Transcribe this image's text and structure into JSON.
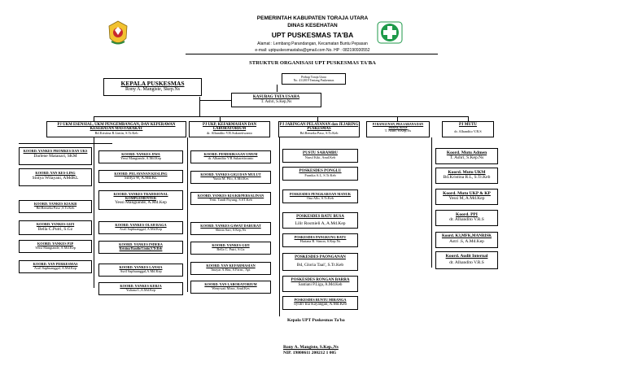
{
  "header": {
    "line1": "PEMERINTAH KABUPATEN TORAJA UTARA",
    "line2": "DINAS KESEHATAN",
    "line3": "UPT PUSKESMAS TA'BA",
    "line4": "Alamat : Lembang Parandangan, Kecamatan Buntu Pepasan",
    "line5": "e-mail: uptpuskesmastaba@gmail.com    No. HP : 082190930552"
  },
  "title": "STRUKTUR ORGANISASI UPT PUSKESMAS TA'BA",
  "regulation": {
    "line1": "Perbup Toraja Utara",
    "line2": "No. 41/2019 Tentang Puskesmas"
  },
  "kepala": {
    "title": "KEPALA PUSKESMAS",
    "name": "Rony A. Mangiste, Skep.Ns"
  },
  "kasubag": {
    "title": "KASUBAG TATA USAHA",
    "name": "T. Ashri, S.Kep,Ns"
  },
  "pj": [
    {
      "title": "PJ UKM ESENSIAL, UKM PENGEMBANGAN, DAN KEPERAWAN KESEHATAN MASYARAKAT",
      "name": "Bd.Kristina R.Lintin, S.Tr.Keb"
    },
    {
      "title": "PJ UKP, KEFARMASIAN DAN LABORATORIUM",
      "name": "dr. Alhandito V.R.Sukaretiwanto"
    },
    {
      "title": "PJ JARINGAN PELAYANAN dan JEJARING PUSKESMAS",
      "name": "Bd.Remeka Paso, S.Tr.Keb"
    },
    {
      "title": "PJ BANGUNAN, PRA SARANA DAN PERALATAN",
      "name": "T. Ashri, S.Kep,Ns"
    },
    {
      "title": "PJ MUTU",
      "name": "dr. Alhandito V.R.S"
    }
  ],
  "col1": [
    {
      "title": "KOORD. YANKES PROMKES DAN UKS",
      "name": "Darlene Matanari, SKM"
    },
    {
      "title": "KOORD. YAN KES-LING",
      "name": "Sintya Wilayani, AMdKL"
    },
    {
      "title": "KOORD. YANKES KIA/KB",
      "name": "Bd.Remeka Paso ,S.Tr.Keb"
    },
    {
      "title": "KOORD. YANKES GIZI",
      "name": "Bella C.Putri, S.Gz"
    },
    {
      "title": "KOORD. YANKES P2P",
      "name": "Yessi Mangiande, A.Md.Kep"
    },
    {
      "title": "KOORD. YAN PERKESMAS",
      "name": "Asril Saphuanggal, A.Md.Kep"
    }
  ],
  "col2": [
    {
      "title": "KOORD. YANKES JIWA",
      "name": "Yessi Mangiande, A.Md.Kep"
    },
    {
      "title": "KOORD. PELAYANAN KESLING",
      "name": "Sintya W, A.Md.KL"
    },
    {
      "title": "KOORD. YANKES TRADISIONAL KOMPLEMENTER",
      "name": "Yessi Mangiande, A.Md.Kep"
    },
    {
      "title": "KOORD. YANKES OLAH RAGA",
      "name": "Asril Saphuanggal, A.Md.Kep"
    },
    {
      "title": "KOORD. YANKES INDERA",
      "name": "Kristina Randin Lintin,S.Tr.Keb"
    },
    {
      "title": "KOORD. YANKES LANSIA",
      "name": "Asril Saphuanggal,A.Md.Kep"
    },
    {
      "title": "KOORD. YANKES KERJA",
      "name": "Yuliana L,A.Md.Kep"
    }
  ],
  "col3": [
    {
      "title": "KOORD. PEMERIKSAAN UMUM",
      "name": "dr. Alhandito V.R.Sukaretiwanto"
    },
    {
      "title": "KOORD. YANKES GIGI DAN MULUT",
      "name": "Yunia M. Pilo, A.Md.Kes"
    },
    {
      "title": "KOORD. YANKES KIA/KB/PERSALINAN",
      "name": "Yetti. Tandi Payung, S.ST.Keb"
    },
    {
      "title": "KOORD. YANKES GAWAT DARURAT",
      "name": "Shinta Sari, S.Kep,Ns"
    },
    {
      "title": "KOORD. YANKES GIZI",
      "name": "Bella C. Putri, S.Gz"
    },
    {
      "title": "KOORD. YAN KEFARMASIAN",
      "name": "Imayar A.Haz, S.Farm., Apt"
    },
    {
      "title": "KOORD. YAN LABORATORIUM",
      "name": "Wenywati Mirra, Amd.Kes"
    }
  ],
  "col4": [
    {
      "title": "PUSTU SARAMBU",
      "name": "Nurul Kiki, Amd.Keb"
    },
    {
      "title": "POSKESDES PONGLU",
      "name": "Franika A.L, S.Tr.Keb"
    },
    {
      "title": "POSKESDES PENGKAROAN MANUK",
      "name": "Ona Allo, S.Tr.Keb"
    },
    {
      "title": "POSKESDES BATU BUSA",
      "name": "Lilir Rosmieli A, A.Md.Kep"
    },
    {
      "title": "POSKESDES PANGKUNG BATU",
      "name": "Hariana B. Simon, S.Kep.Ns"
    },
    {
      "title": "POSKESDES PAONGANAN",
      "name": "Bd, Gloria Taal', S.Tr.Keb"
    },
    {
      "title": "POSKESDES RONGAN BARRA",
      "name": "Santiani P.Liga, A.Md.Keb"
    },
    {
      "title": "POSKESDES BUNTU MIRANGA",
      "name": "Syutri Ina Kayangan, A.Md.Keb"
    }
  ],
  "col6": [
    {
      "title": "Koord. Mutu Admen",
      "name": "T. Ashri, S.Kep.Ns"
    },
    {
      "title": "Koord. Mutu UKM",
      "name": "Bd.Kristina R.L, S.Tr.Keb"
    },
    {
      "title": "Koord. Mutu UKP & KP",
      "name": "Yessi M, A.Md.Kep"
    },
    {
      "title": "Koord. PPI",
      "name": "dr. Alhandito V.R.S"
    },
    {
      "title": "Koord. K3,MFK,MANRISK",
      "name": "Astri .S, A.Md.Kep"
    },
    {
      "title": "Koord. Audit Internal",
      "name": "dr. Alhandito V.R.S"
    }
  ],
  "signature": {
    "title": "Kepala UPT Puskesmas Ta'ba",
    "name": "Rony A. Mangiste, S.Kep.,Ns",
    "nip": "NIP. 19800611 200212 1 005"
  },
  "colors": {
    "logo_yellow": "#f2c230",
    "logo_red": "#c8282d",
    "logo_green": "#2e8a3c",
    "cross_green": "#1f9a4a"
  }
}
